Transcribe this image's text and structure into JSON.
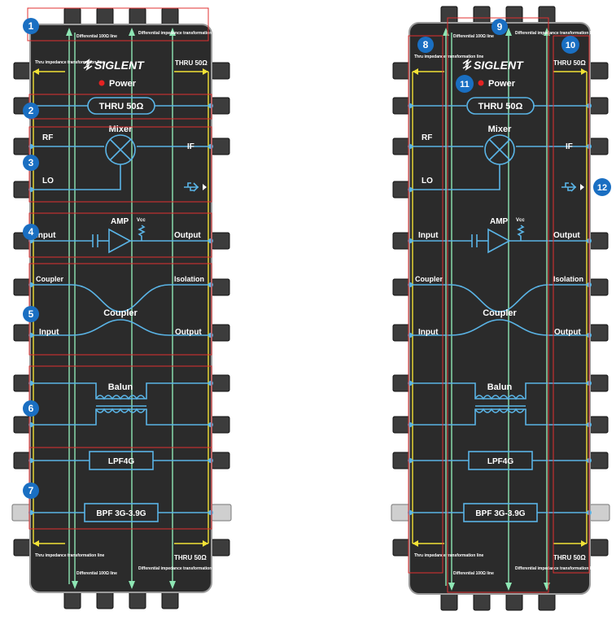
{
  "colors": {
    "board": "#2b2b2b",
    "board_edge": "#9a9a9a",
    "trace": "#5ab4e6",
    "diff_line": "#8ee6b4",
    "thru_line": "#f2e236",
    "highlight": "#e03030",
    "callout": "#1a6fc2",
    "power_led": "#e52222",
    "connector": "#3c3c3c"
  },
  "icons": {
    "usb": "usb-icon",
    "power": "power-led-icon",
    "mixer": "mixer-x-icon",
    "amp": "amplifier-triangle-icon",
    "capacitor": "capacitor-icon",
    "resistor": "resistor-icon",
    "inductor": "inductor-coil-icon",
    "connector": "sma-connector-icon",
    "arrow": "arrow-icon"
  },
  "boards": [
    {
      "brand": "SIGLENT",
      "power": "Power",
      "thru": "THRU 50Ω",
      "thru_corner_top": "THRU 50Ω",
      "thru_corner_bottom": "THRU 50Ω",
      "diff_top": "Differential 100Ω line",
      "diff_imp_top": "Differential impedance transformation line",
      "diff_bottom": "Differential 100Ω line",
      "diff_imp_bottom": "Differential impedance transformation line",
      "thru_imp_top": "Thru impedance transformation line",
      "thru_imp_bottom": "Thru impedance transformation line",
      "rf": "RF",
      "lo": "LO",
      "if": "IF",
      "mixer": "Mixer",
      "amp": "AMP",
      "vcc": "Vcc",
      "amp_input": "Input",
      "amp_output": "Output",
      "coupler_port": "Coupler",
      "isolation": "Isolation",
      "coupler": "Coupler",
      "coupler_input": "Input",
      "coupler_output": "Output",
      "balun": "Balun",
      "lpf": "LPF4G",
      "bpf": "BPF 3G-3.9G"
    },
    {
      "brand": "SIGLENT",
      "power": "Power",
      "thru": "THRU 50Ω",
      "thru_corner_top": "THRU 50Ω",
      "thru_corner_bottom": "THRU 50Ω",
      "diff_top": "Differential 100Ω line",
      "diff_imp_top": "Differential impedance transformation line",
      "diff_bottom": "Differential 100Ω line",
      "diff_imp_bottom": "Differential impedance transformation line",
      "thru_imp_top": "Thru impedance transformation line",
      "thru_imp_bottom": "Thru impedance transformation line",
      "rf": "RF",
      "lo": "LO",
      "if": "IF",
      "mixer": "Mixer",
      "amp": "AMP",
      "vcc": "Vcc",
      "amp_input": "Input",
      "amp_output": "Output",
      "coupler_port": "Coupler",
      "isolation": "Isolation",
      "coupler": "Coupler",
      "coupler_input": "Input",
      "coupler_output": "Output",
      "balun": "Balun",
      "lpf": "LPF4G",
      "bpf": "BPF 3G-3.9G"
    }
  ],
  "callouts": [
    "1",
    "2",
    "3",
    "4",
    "5",
    "6",
    "7",
    "8",
    "9",
    "10",
    "11",
    "12"
  ]
}
